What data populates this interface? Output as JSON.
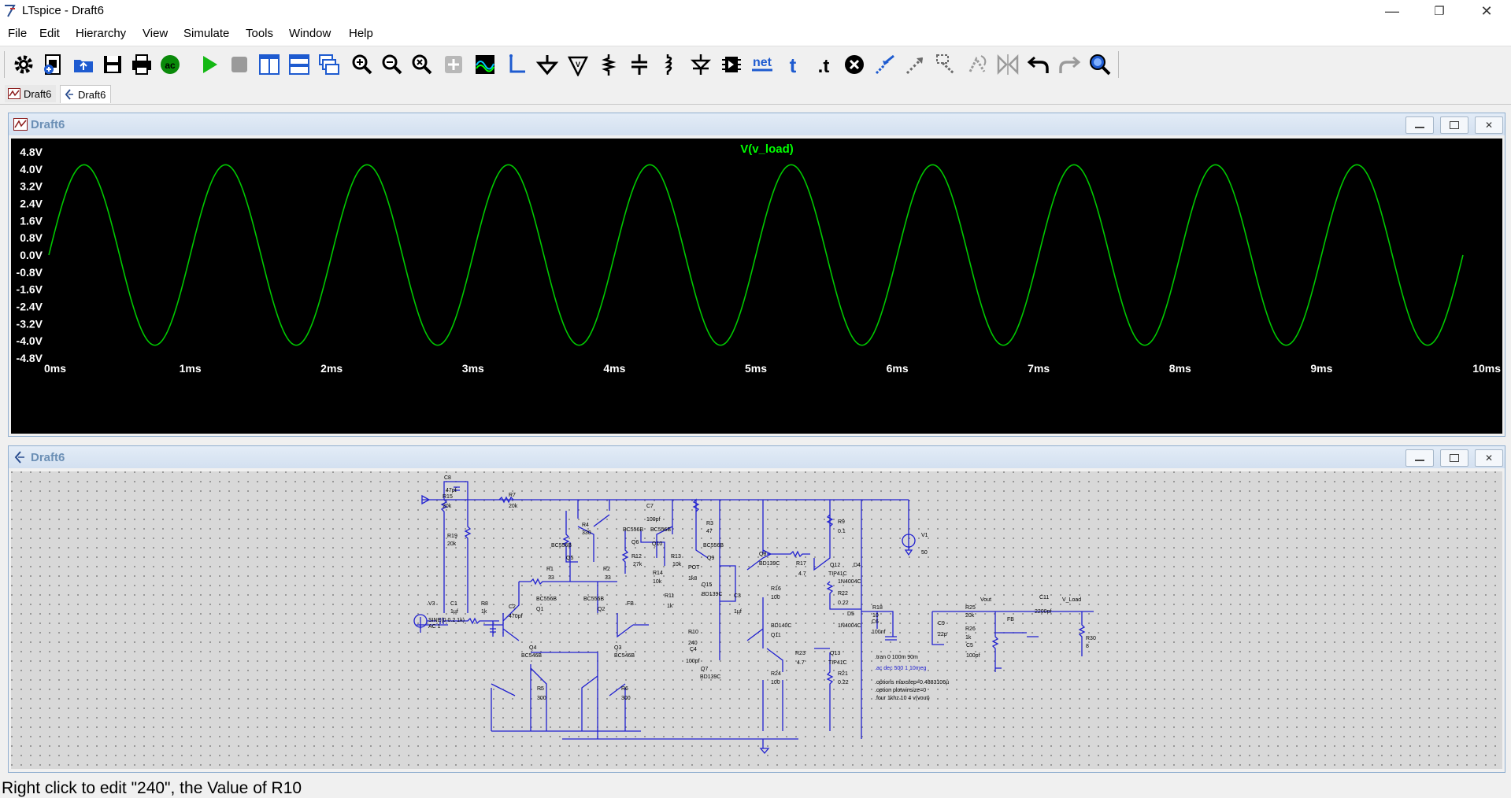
{
  "window": {
    "title": "LTspice - Draft6",
    "minimize_glyph": "—",
    "restore_glyph": "❐",
    "close_glyph": "✕"
  },
  "menu": [
    "File",
    "Edit",
    "Hierarchy",
    "View",
    "Simulate",
    "Tools",
    "Window",
    "Help"
  ],
  "toolbar": {
    "icons": [
      "gear-icon",
      "new-schematic-icon",
      "open-icon",
      "save-icon",
      "print-icon",
      "ac-analysis-icon",
      "run-icon",
      "halt-icon",
      "tile-vertical-icon",
      "tile-horizontal-icon",
      "cascade-icon",
      "zoom-in-icon",
      "zoom-out-icon",
      "zoom-fit-icon",
      "pan-icon",
      "autorange-icon",
      "wire-icon",
      "ground-icon",
      "probe-icon",
      "resistor-icon",
      "capacitor-icon",
      "inductor-icon",
      "diode-icon",
      "component-icon",
      "net-label-icon",
      "text-icon",
      "spice-directive-icon",
      "delete-icon",
      "duplicate-icon",
      "move-icon",
      "drag-icon",
      "rotate-icon",
      "mirror-icon",
      "undo-icon",
      "redo-icon",
      "find-icon"
    ],
    "net_label": "net",
    "text_label": "t",
    "directive_label": ".t",
    "ac_label": "ac"
  },
  "tabs": [
    {
      "label": "Draft6",
      "icon": "waveform-tab-icon"
    },
    {
      "label": "Draft6",
      "icon": "schematic-tab-icon"
    }
  ],
  "waveform_window": {
    "title": "Draft6",
    "trace_label": "V(v_load)",
    "chart_data": {
      "type": "line",
      "title": "V(v_load)",
      "series": [
        {
          "name": "V(v_load)",
          "frequency_hz": 1000,
          "amplitude_v": 4.2,
          "duration_ms": 10
        }
      ],
      "x_ticks": [
        "0ms",
        "1ms",
        "2ms",
        "3ms",
        "4ms",
        "5ms",
        "6ms",
        "7ms",
        "8ms",
        "9ms",
        "10ms"
      ],
      "y_ticks": [
        "4.8V",
        "4.0V",
        "3.2V",
        "2.4V",
        "1.6V",
        "0.8V",
        "0.0V",
        "-0.8V",
        "-1.6V",
        "-2.4V",
        "-3.2V",
        "-4.0V",
        "-4.8V"
      ],
      "xlim": [
        0,
        10
      ],
      "ylim": [
        -4.8,
        4.8
      ],
      "grid": false,
      "colors": {
        "background": "#000000",
        "trace": "#00c800",
        "title": "#00ff00"
      }
    }
  },
  "schematic_window": {
    "title": "Draft6",
    "labels": {
      "c8": "C8",
      "c8v": "47pf",
      "r15": "R15",
      "r15v": "20k",
      "r7": "R7",
      "r7v": "20k",
      "r19": "R19",
      "r19v": "20k",
      "c7": "C7",
      "c7v": "100pf",
      "r4": "R4",
      "r4v": "330",
      "r3": "R3",
      "r3v": "47",
      "bc556b_q5": "BC556B",
      "q5": "Q5",
      "bc556b_q6": "BC556B",
      "q6": "Q6",
      "bc556b_q10": "BC556B",
      "q10": "Q10",
      "bc556b_q9": "BC556B",
      "q9": "Q9",
      "r12": "R12",
      "r12v": "27k",
      "r13": "R13",
      "r13v": "10k",
      "r14": "R14",
      "r14v": "10k",
      "pot": "POT",
      "potv": "1k8",
      "r9": "R9",
      "r9v": "0.1",
      "v1": "V1",
      "v1v": "50",
      "q8": "Q8",
      "q8t": "BD139C",
      "r17": "R17",
      "r17v": "4.7",
      "q12": "Q12",
      "q12t": "TIP41C",
      "d4": "D4",
      "d4t": "1N4004C",
      "r16": "R16",
      "r16v": "100",
      "r1": "R1",
      "r1v": "33",
      "r2": "R2",
      "r2v": "33",
      "q15": "Q15",
      "q15t": "BD139C",
      "c3": "C3",
      "c3v": "1µf",
      "r22": "R22",
      "r22v": "0.22",
      "c1": "C1",
      "c1v": "1µf",
      "r8": "R8",
      "r8v": "1k",
      "c2": "C2",
      "c2v": "470pf",
      "bc556b_q1": "BC556B",
      "q1": "Q1",
      "bc556b_q2": "BC556B",
      "q2": "Q2",
      "fb": "FB",
      "r11": "R11",
      "r11v": "1k",
      "d5": "D5",
      "r18": "R18",
      "r18v": "10",
      "c6": "C6",
      "c6v": "100nf",
      "v3": "V3",
      "v3v": "SINE(0 0.2 1k)",
      "v3ac": "AC 1",
      "q11t": "BD140C",
      "q11": "Q11",
      "d5t": "1N4004C",
      "vout": "Vout",
      "c11": "C11",
      "c11v": "2200pf",
      "vload": "V_Load",
      "r25": "R25",
      "r25v": "20k",
      "fb2": "FB",
      "c9": "C9",
      "c9v": "22p",
      "r26": "R26",
      "r26v": "1k",
      "c5": "C5",
      "c5v": "100pf",
      "r30": "R30",
      "r30v": "8",
      "q4": "Q4",
      "q4t": "BC546B",
      "q3": "Q3",
      "q3t": "BC546B",
      "r10": "R10",
      "r10v": "240",
      "c4": "C4",
      "c4v": "100pf",
      "q7": "Q7",
      "q7t": "BD139C",
      "r23": "R23",
      "r23v": "4.7",
      "q13": "Q13",
      "q13t": "TIP41C",
      "r24": "R24",
      "r24v": "100",
      "r21": "R21",
      "r21v": "0.22",
      "r5": "R5",
      "r5v": "300",
      "r6": "R6",
      "r6v": "300",
      "dir1": ".tran 0 100m 90m",
      "dir2": ".ac dec 500 1 10meg",
      "dir3": ".options maxstep=0.4883106µ",
      "dir4": ".option plotwinsize=0",
      "dir5": ".four 1khz 10 4 v(vout)"
    }
  },
  "status": "Right click to edit \"240\", the Value of R10"
}
